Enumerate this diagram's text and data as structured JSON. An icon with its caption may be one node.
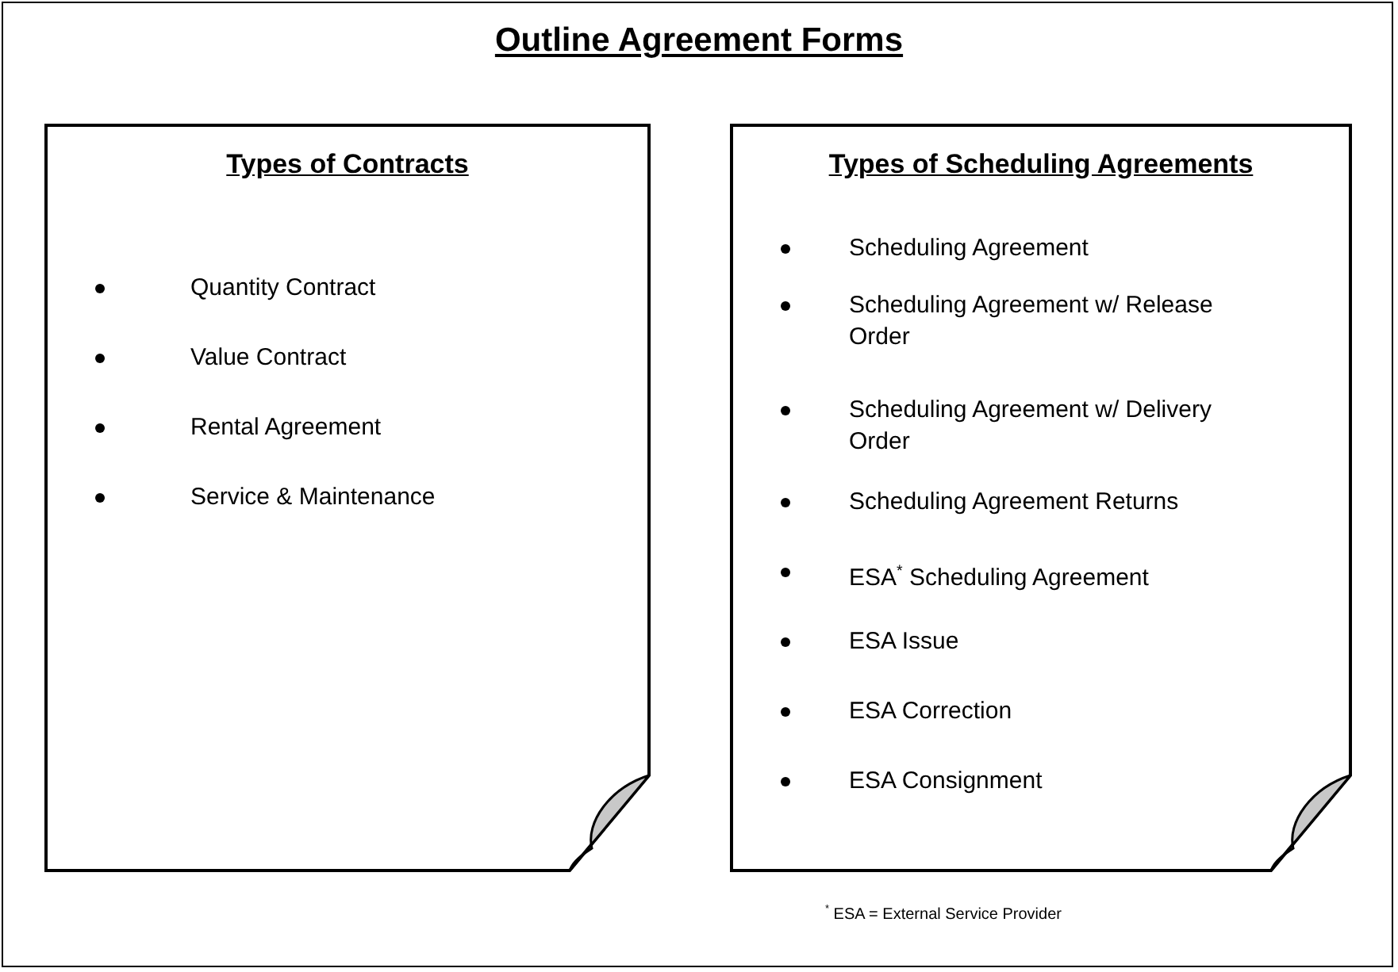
{
  "diagram": {
    "title": "Outline Agreement Forms",
    "nodes": [
      {
        "text": [
          "Types of Contracts",
          "Quantity Contract",
          "Value Contract",
          "Rental Agreement",
          "Service & Maintenance"
        ]
      },
      {
        "text": [
          "Types of Scheduling Agreements",
          "Scheduling Agreement",
          "Scheduling Agreement w/  Release Order",
          "Scheduling Agreement w/  Delivery Order",
          "Scheduling Agreement Returns",
          "ESA$^{*}$ Scheduling Agreement",
          "ESA Issue",
          "ESA Correction",
          "ESA Consignment"
        ]
      }
    ],
    "labels": [
      "$^{*}$ ESA = External Service Provider"
    ]
  }
}
